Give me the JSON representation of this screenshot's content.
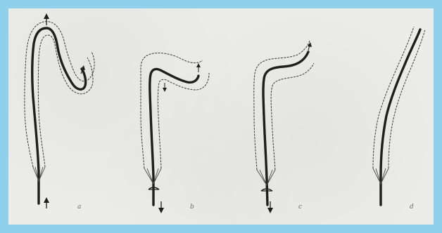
{
  "figure": {
    "background_color": "#8fd0ec",
    "paper_color": "#ecece9",
    "ink_color": "#1e1e1e",
    "panels": [
      {
        "label": "a",
        "arrow_bottom": "up-arrow-icon"
      },
      {
        "label": "b",
        "arrow_bottom": "down-arrow-icon"
      },
      {
        "label": "c",
        "arrow_bottom": "down-arrow-icon"
      },
      {
        "label": "d",
        "arrow_bottom": ""
      }
    ]
  }
}
